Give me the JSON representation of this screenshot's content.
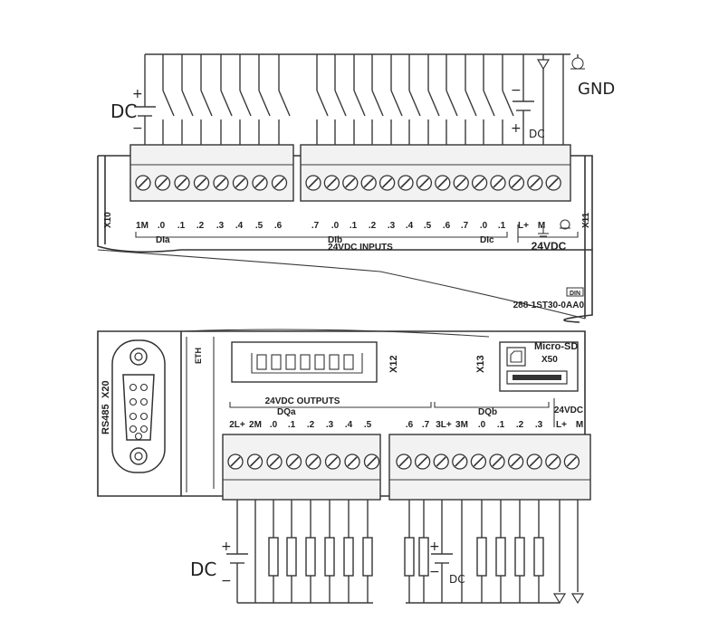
{
  "top": {
    "supply_label": "DC",
    "supply_plus": "+",
    "supply_minus": "−",
    "right_supply_label": "DC",
    "right_supply_plus": "+",
    "right_supply_minus": "−",
    "gnd_label": "GND",
    "connector_left": "X10",
    "connector_right": "X11",
    "group_labels": [
      "DIa",
      "DIb",
      "DIc"
    ],
    "inputs_title": "24VDC INPUTS",
    "power_title": "24VDC",
    "terminal_labels": [
      "1M",
      ".0",
      ".1",
      ".2",
      ".3",
      ".4",
      ".5",
      ".6",
      ".7",
      ".0",
      ".1",
      ".2",
      ".3",
      ".4",
      ".5",
      ".6",
      ".7",
      ".0",
      ".1",
      "L+",
      "M"
    ],
    "part_number": "288-1ST30-0AA0",
    "part_badge": "DIN"
  },
  "bottom": {
    "rs485_label": "RS485",
    "x20_label": "X20",
    "x12_label": "X12",
    "x13_label": "X13",
    "microsd_label": "Micro-SD",
    "x50_label": "X50",
    "outputs_title": "24VDC OUTPUTS",
    "group_a": "DQa",
    "group_b": "DQb",
    "power_title": "24VDC",
    "terminal_labels_a": [
      "2L+",
      "2M",
      ".0",
      ".1",
      ".2",
      ".3",
      ".4",
      ".5",
      ".6",
      ".7"
    ],
    "terminal_labels_b": [
      "3L+",
      "3M",
      ".0",
      ".1",
      ".2",
      ".3"
    ],
    "power_labels": [
      "L+",
      "M"
    ],
    "supply_left_label": "DC",
    "supply_left_plus": "+",
    "supply_left_minus": "−",
    "supply_right_label": "DC",
    "supply_right_plus": "+",
    "supply_right_minus": "−"
  }
}
